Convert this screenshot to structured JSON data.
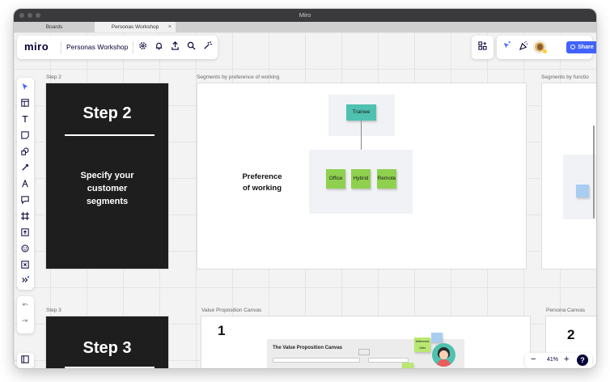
{
  "window": {
    "title": "Miro",
    "tabs": [
      {
        "label": "Boards"
      },
      {
        "label": "Personas Workshop",
        "close": "×"
      }
    ]
  },
  "header": {
    "logo": "miro",
    "board_name": "Personas Workshop",
    "icons": [
      "settings-icon",
      "bell-icon",
      "export-icon",
      "search-icon",
      "magic-icon"
    ],
    "apps_icon": "apps-grid-icon",
    "share_label": "Share"
  },
  "toolbar": {
    "tools": [
      "select-icon",
      "template-icon",
      "text-icon",
      "sticky-note-icon",
      "shapes-icon",
      "line-icon",
      "pen-icon",
      "comment-icon",
      "frame-icon",
      "upload-icon",
      "emoji-icon",
      "embed-icon",
      "more-tools-icon"
    ],
    "undo_icon": "undo-icon",
    "redo_icon": "redo-icon",
    "board_panel_icon": "board-panel-icon"
  },
  "frames": {
    "step2": {
      "label": "Step 2",
      "title": "Step 2",
      "text_lines": [
        "Specify your",
        "customer",
        "segments"
      ]
    },
    "segments_working": {
      "label": "Segments by preference of working",
      "heading_lines": [
        "Preference",
        "of working"
      ],
      "root": "Trainee",
      "children": [
        "Office",
        "Hybrid",
        "Remote"
      ]
    },
    "segments_function": {
      "label": "Segments by functio"
    },
    "step3": {
      "label": "Step 3",
      "title": "Step 3"
    },
    "value_prop": {
      "label": "Value Proposition Canvas",
      "number": "1",
      "canvas_title": "The Value Proposition Canvas",
      "sticky_labels": [
        "Millennial Jobs"
      ]
    },
    "persona_canvas": {
      "label": "Persona Canvas",
      "number": "2"
    }
  },
  "zoom": {
    "level": "41%",
    "minus": "−",
    "plus": "+",
    "help": "?"
  },
  "colors": {
    "brand": "#050038",
    "accent": "#4262ff",
    "sticky_green": "#8fd14f",
    "sticky_teal": "#4fc1b0"
  }
}
